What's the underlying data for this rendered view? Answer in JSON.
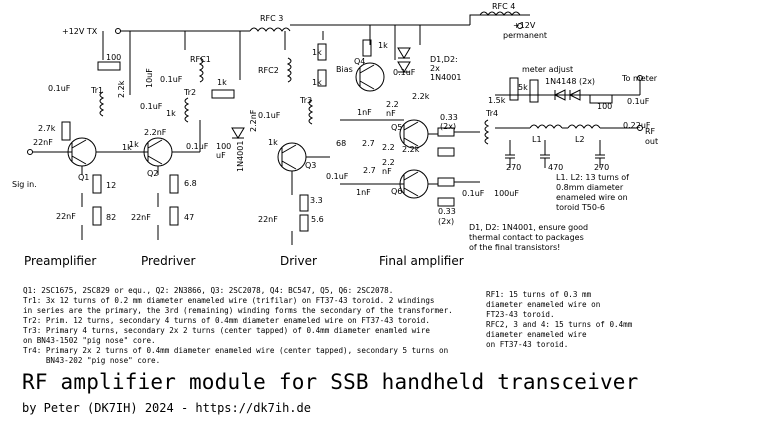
{
  "power": {
    "tx": "+12V TX",
    "permanent_line1": "+12V",
    "permanent_line2": "permanent"
  },
  "section_labels": {
    "preamp": "Preamplifier",
    "predriver": "Predriver",
    "driver": "Driver",
    "final": "Final amplifier"
  },
  "signal": {
    "input": "Sig in.",
    "to_meter": "To meter",
    "rf_out_1": "RF",
    "rf_out_2": "out"
  },
  "meter": {
    "label": "meter adjust",
    "diode": "1N4148 (2x)"
  },
  "bias_label": "Bias",
  "transistors": [
    "Q1",
    "Q2",
    "Q3",
    "Q4",
    "Q5",
    "Q6"
  ],
  "chokes": [
    "RFC 3",
    "RFC 4",
    "RFC1",
    "RFC2"
  ],
  "transformers": [
    "Tr1",
    "Tr2",
    "Tr3",
    "Tr4"
  ],
  "inductors": [
    "L1",
    "L2"
  ],
  "diodes": {
    "d1d2": [
      "D1,D2:",
      "2x",
      "1N4001"
    ],
    "d1_rot": "1N4001"
  },
  "values": {
    "r100_top": "100",
    "c01_pre": "0.1uF",
    "r27k": "2.7k",
    "c22nF_in": "22nF",
    "r1k_q1": "1k",
    "r12": "12",
    "c22nF_q1": "22nF",
    "r82": "82",
    "r22k_q2": "2.2k",
    "c10uF": "10uF",
    "c01_q2": "0.1uF",
    "c01_q2b": "0.1uF",
    "r1k_q2": "1k",
    "c22nF_q2": "2.2nF",
    "r68": "6.8",
    "c22nF_q2e": "22nF",
    "r47": "47",
    "r1k_mid": "1k",
    "c01_pd": "0.1uF",
    "c100uF_pd_1": "100",
    "c100uF_pd_2": "uF",
    "r1k_q4": "1k",
    "r1k_q4b": "1k",
    "r1k_q4c": "1k",
    "c01_q4": "0.1uF",
    "c01_dr": "0.1uF",
    "c22nF_dr": "2.2nF",
    "r1k_q3": "1k",
    "r33": "3.3",
    "c22nF_q3": "22nF",
    "r56": "5.6",
    "r68_dr": "68",
    "c1nF_a": "1nF",
    "c1nF_b": "1nF",
    "r27_a": "2.7",
    "r27_b": "2.7",
    "c01_dr2": "0.1uF",
    "c22_a": "2.2",
    "c22_b": "2.2",
    "c22_c": "2.2",
    "r22k_a": "2.2k",
    "r22k_b": "2.2k",
    "c033_a": "0.33",
    "c033_b": "0.33",
    "x2_a": "(2x)",
    "x2_b": "(2x)",
    "c01_fin": "0.1uF",
    "c100uF_fin": "100uF",
    "r15k": "1.5k",
    "r5k": "5k",
    "r100_m": "100",
    "c01_m": "0.1uF",
    "c270_a": "270",
    "c470": "470",
    "c270_b": "270",
    "c022": "0.22uF",
    "nF_a": "nF",
    "nF_b": "nF"
  },
  "l1l2_note": [
    "L1. L2: 13 turns of",
    "0.8mm diameter",
    "enameled wire on",
    "toroid T50-6"
  ],
  "diode_note": [
    "D1, D2: 1N4001, ensure good",
    "thermal contact to packages",
    "of the final transistors!"
  ],
  "notes": [
    "Q1: 2SC1675, 2SC829 or equ., Q2: 2N3866, Q3: 2SC2078, Q4: BC547, Q5, Q6: 2SC2078.",
    "",
    "Tr1: 3x 12 turns of 0.2 mm diameter enameled wire (trifilar) on FT37-43 toroid. 2 windings",
    "in series are the primary, the 3rd (remaining) winding forms the secondary of the transformer.",
    "Tr2: Prim. 12 turns, secondary 4 turns of 0.4mm diameter enameled wire on FT37-43 toroid.",
    "Tr3: Primary 4 turns, secondary 2x 2 turns (center tapped) of 0.4mm diameter enamled wire",
    "on BN43-1502 \"pig nose\" core.",
    "Tr4: Primary 2x 2 turns of 0.4mm diameter enameled wire (center tapped), secondary 5 turns on",
    "     BN43-202 \"pig nose\" core."
  ],
  "rfc_notes": [
    "RF1: 15 turns of 0.3 mm",
    "diameter enameled wire on",
    "FT23-43 toroid.",
    "",
    "RFC2, 3 and 4: 15 turns of 0.4mm",
    "diameter enameled wire",
    "on FT37-43 toroid."
  ],
  "title": "RF amplifier module for SSB handheld transceiver",
  "byline": "by Peter (DK7IH) 2024 - https://dk7ih.de"
}
